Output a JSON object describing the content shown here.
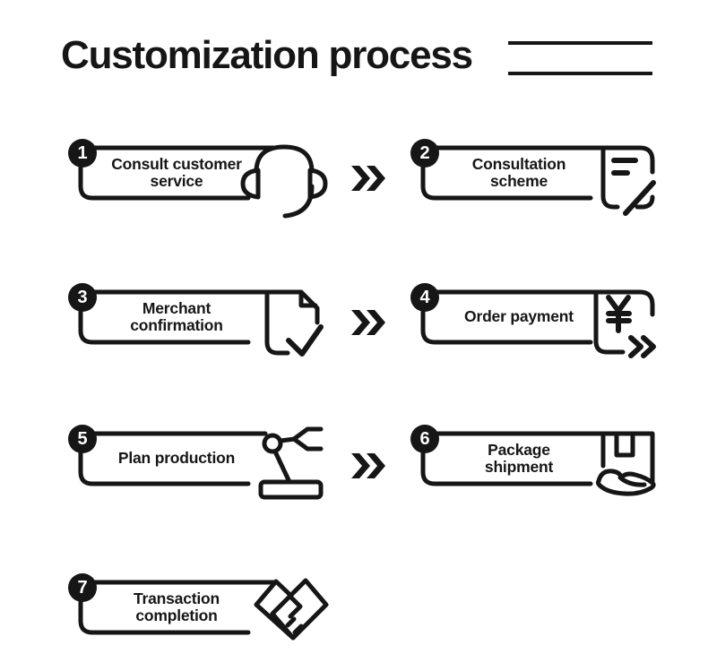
{
  "title": {
    "text": "Customization process"
  },
  "colors": {
    "ink": "#161616",
    "background": "#ffffff"
  },
  "arrow": {
    "icon": "double-chevron-icon",
    "symbol": "»"
  },
  "steps": [
    {
      "number": "1",
      "label": "Consult customer service",
      "lines": [
        "Consult customer",
        "service"
      ],
      "icon": "headset-icon"
    },
    {
      "number": "2",
      "label": "Consultation scheme",
      "lines": [
        "Consultation",
        "scheme"
      ],
      "icon": "document-pen-icon"
    },
    {
      "number": "3",
      "label": "Merchant confirmation",
      "lines": [
        "Merchant",
        "confirmation"
      ],
      "icon": "document-check-icon"
    },
    {
      "number": "4",
      "label": "Order payment",
      "lines": [
        "Order payment"
      ],
      "icon": "yen-payment-icon"
    },
    {
      "number": "5",
      "label": "Plan production",
      "lines": [
        "Plan production"
      ],
      "icon": "robot-arm-icon"
    },
    {
      "number": "6",
      "label": "Package shipment",
      "lines": [
        "Package",
        "shipment"
      ],
      "icon": "package-hand-icon"
    },
    {
      "number": "7",
      "label": "Transaction completion",
      "lines": [
        "Transaction",
        "completion"
      ],
      "icon": "handshake-icon"
    }
  ]
}
